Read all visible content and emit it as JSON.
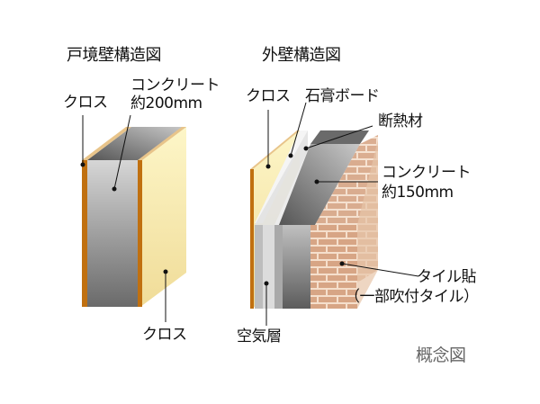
{
  "left_diagram": {
    "title": "戸境壁構造図",
    "labels": {
      "cloth_left": "クロス",
      "concrete_line1": "コンクリート",
      "concrete_line2": "約200mm",
      "cloth_right": "クロス"
    }
  },
  "right_diagram": {
    "title": "外壁構造図",
    "labels": {
      "cloth": "クロス",
      "gypsum_board": "石膏ボード",
      "insulation": "断熱材",
      "concrete_line1": "コンクリート",
      "concrete_line2": "約150mm",
      "tile_line1": "タイル貼",
      "tile_line2": "（一部吹付タイル）",
      "air_layer": "空気層"
    }
  },
  "caption": "概念図",
  "colors": {
    "cloth_face": "#FBF2C0",
    "cloth_edge": "#C07010",
    "cloth_top": "#E8C48A",
    "concrete_light": "#D8D8D8",
    "concrete_dark": "#6A6A6A",
    "gypsum": "#E4E4E4",
    "brick": "#D9A98A",
    "brick_mortar": "#F3DCC8"
  }
}
